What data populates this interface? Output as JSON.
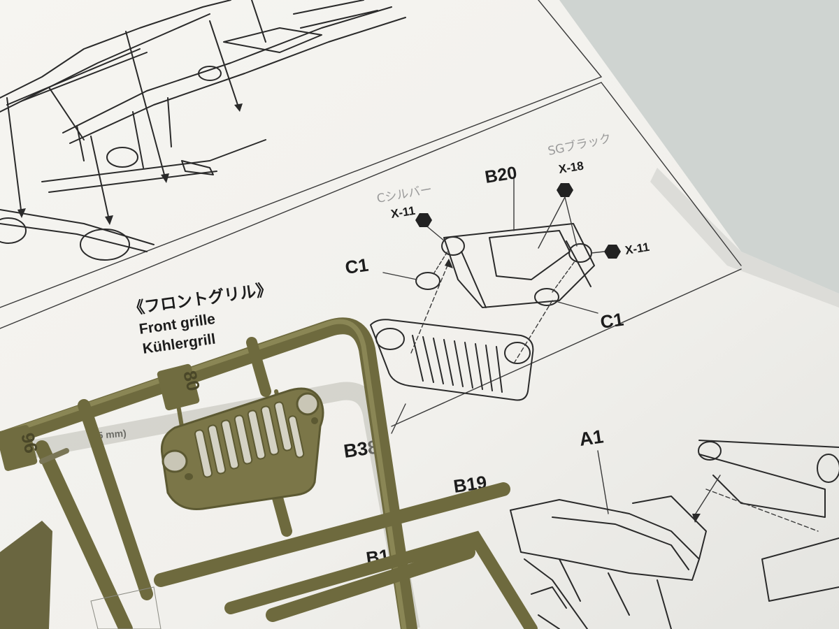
{
  "section": {
    "jp": "《フロントグリル》",
    "en": "Front grille",
    "de": "Kühlergrill"
  },
  "parts": {
    "b20": "B20",
    "c1_left": "C1",
    "c1_right": "C1",
    "b38": "B38",
    "b19": "B19",
    "b16": "B16",
    "a1": "A1"
  },
  "paints": {
    "x11_left": "X-11",
    "x18": "X-18",
    "x11_right": "X-11"
  },
  "handwritten": {
    "silver_note": "Cシルバー",
    "black_note": "SGブラック"
  },
  "sprue_tags": {
    "tag_left": "96",
    "tag_mid": "80"
  },
  "misc": {
    "mm_note": "5 mm)"
  },
  "colors": {
    "paper": "#f3f2ee",
    "sprue": "#6e6a3e",
    "ink": "#2a2a2a",
    "background": "#cfd3d0"
  }
}
